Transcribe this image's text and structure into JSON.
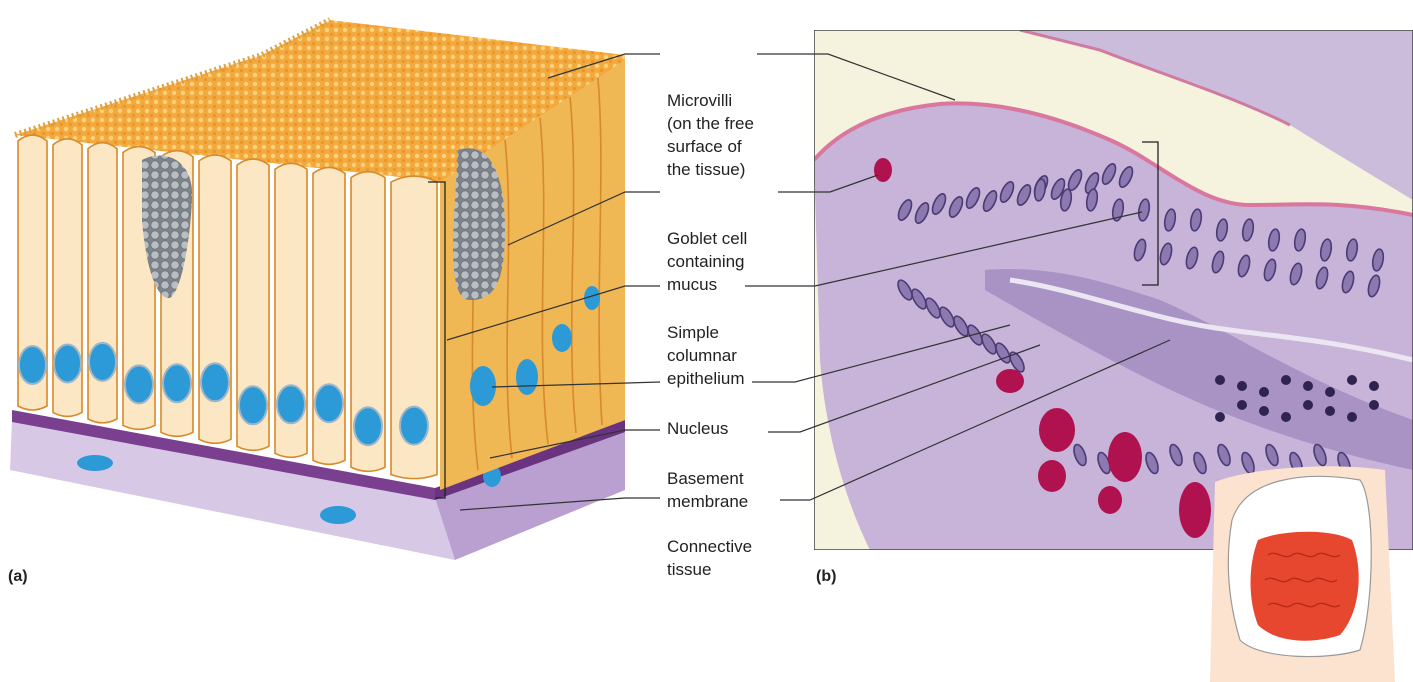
{
  "panels": {
    "a": "(a)",
    "b": "(b)"
  },
  "labels": {
    "microvilli": [
      "Microvilli",
      "(on the free",
      "surface of",
      "the tissue)"
    ],
    "goblet": [
      "Goblet cell",
      "containing",
      "mucus"
    ],
    "simple": [
      "Simple",
      "columnar",
      "epithelium"
    ],
    "nucleus": [
      "Nucleus"
    ],
    "basement": [
      "Basement",
      "membrane"
    ],
    "connective": [
      "Connective",
      "tissue"
    ]
  },
  "colors": {
    "cell_fill": "#fbe7c4",
    "cell_side": "#f0b755",
    "cell_outline": "#d8892a",
    "nucleus": "#2b9ad6",
    "basement": "#7a3f8e",
    "connective": "#c8b6dd",
    "goblet": "#8f959c",
    "histology_bg": "#c9b7d9",
    "histology_nucleus": "#4b3a74",
    "mucus_stain": "#b0114f",
    "intestine": "#e8472f"
  }
}
